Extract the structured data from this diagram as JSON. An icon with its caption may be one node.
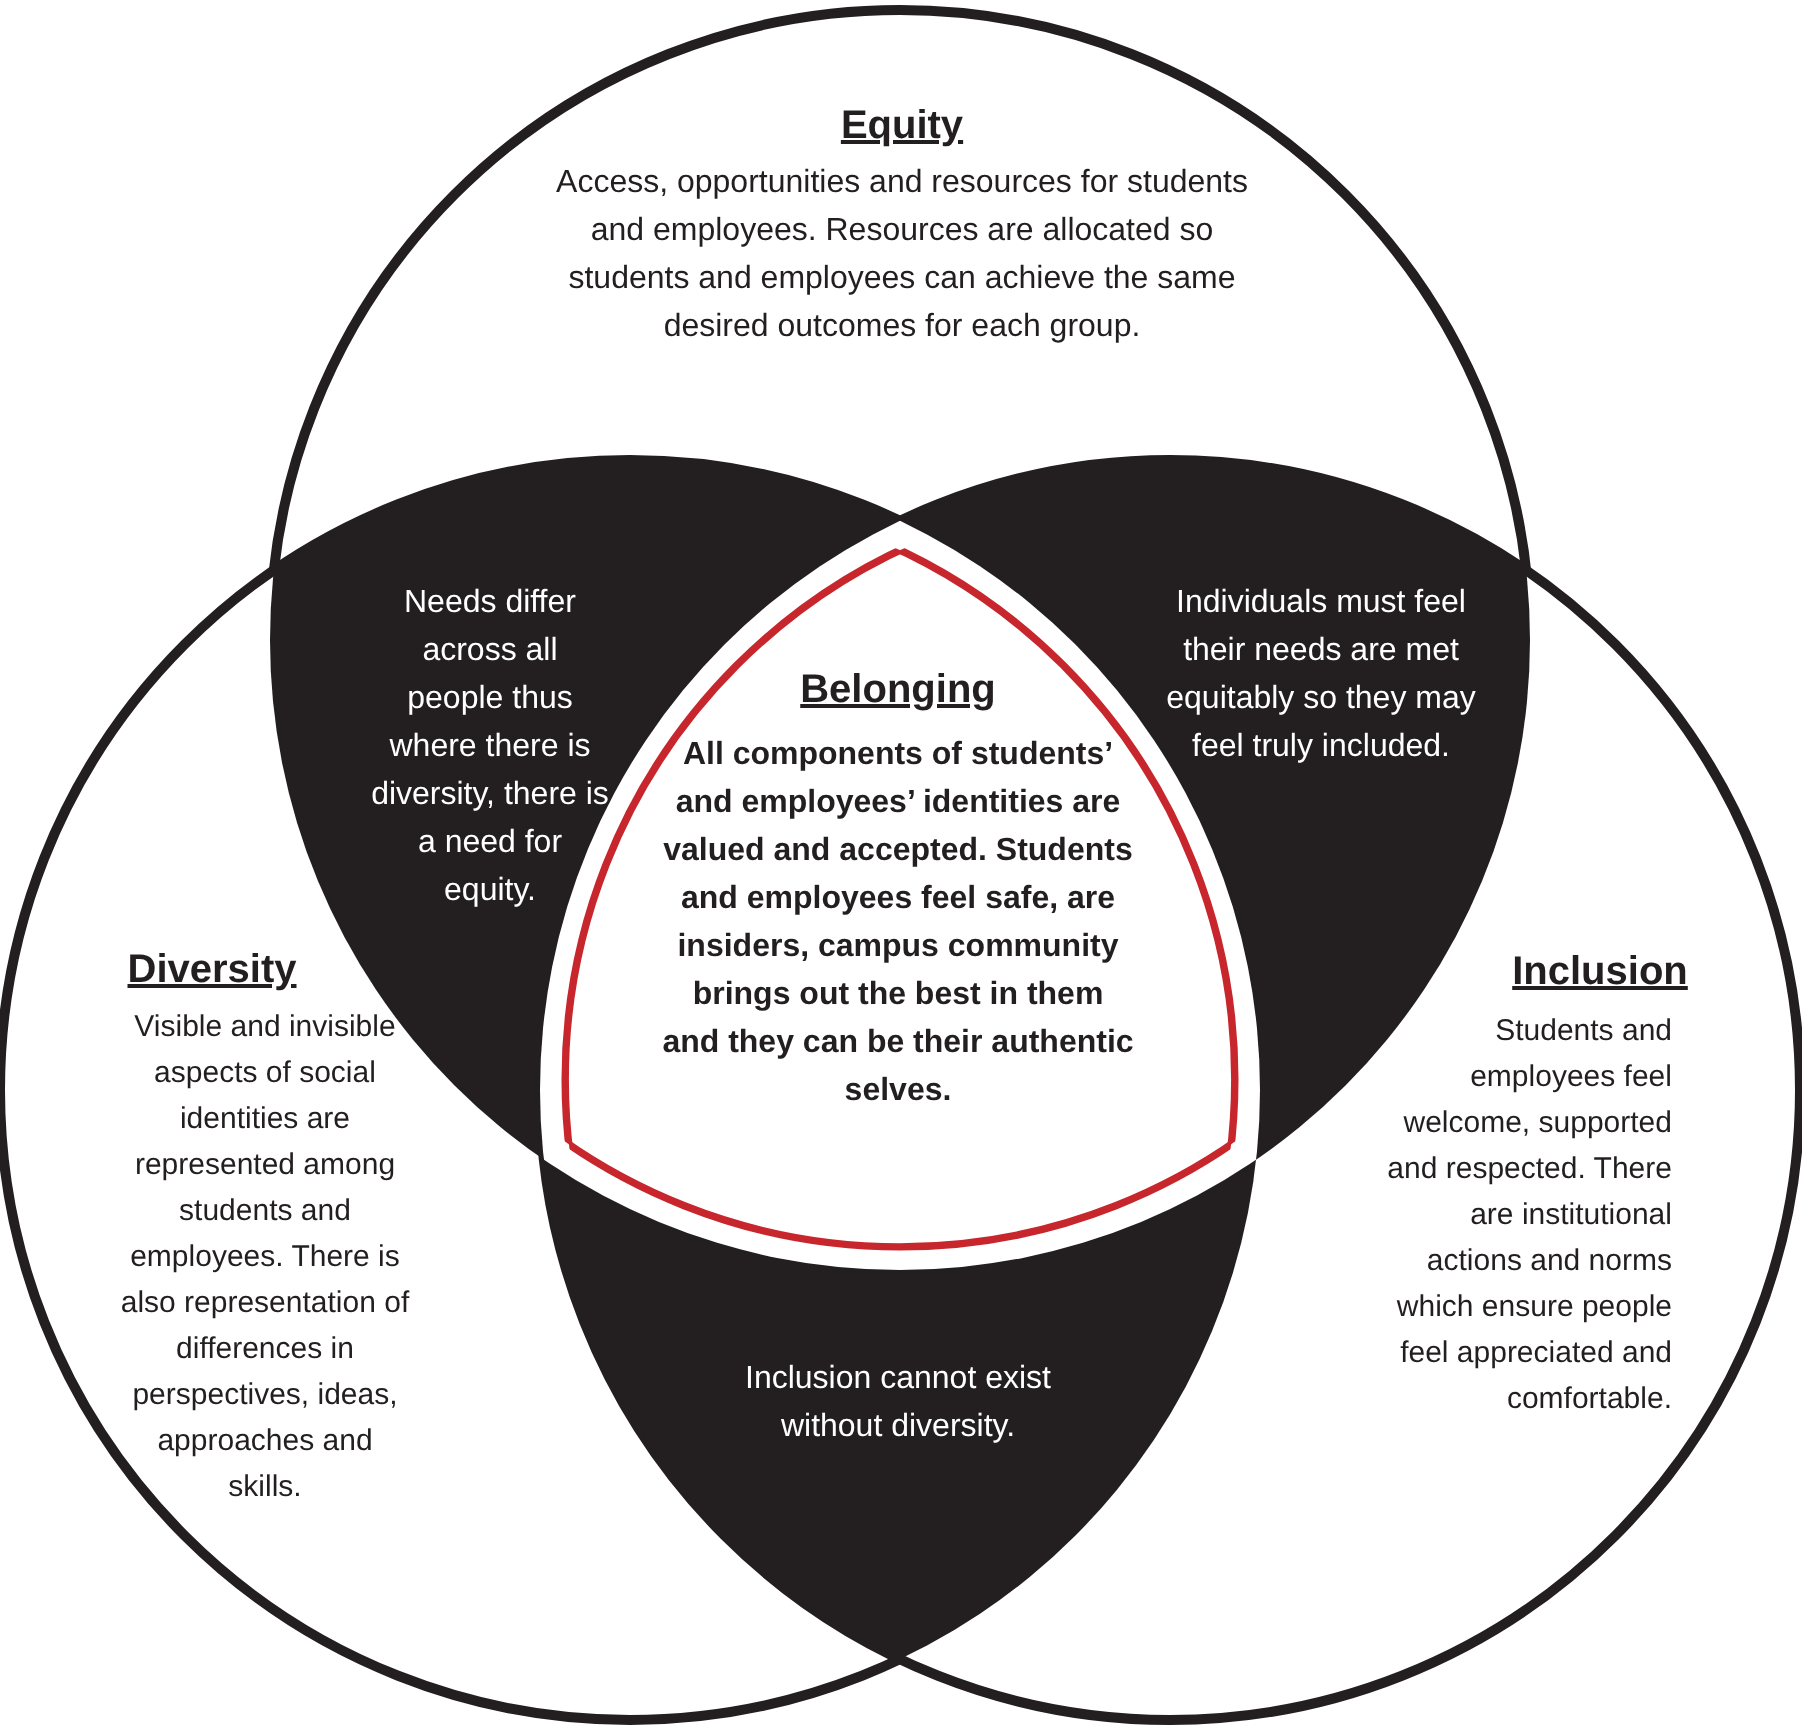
{
  "diagram": {
    "nodes": [
      {
        "text": [
          "Equity",
          "Access, opportunities and resources for students and employees. Resources are allocated so students and employees can achieve the same desired outcomes for each group."
        ]
      },
      {
        "text": [
          "Needs differ across all people thus where there is diversity, there is a need for equity."
        ]
      },
      {
        "text": [
          "Individuals must feel their needs are met equitably so they may feel truly included."
        ]
      },
      {
        "text": [
          "Belonging",
          "All components of students’ and employees’ identities are valued and accepted. Students and employees feel safe, are insiders, campus community brings out the best in them and they can be their authentic selves."
        ]
      },
      {
        "text": [
          "Diversity",
          "Visible and invisible aspects of social identities are represented among students and employees. There is also representation of differences in perspectives, ideas, approaches and skills."
        ]
      },
      {
        "text": [
          "Inclusion",
          "Students and employees feel welcome, supported and respected. There are institutional actions and norms which ensure people feel appreciated and comfortable."
        ]
      },
      {
        "text": [
          "Inclusion cannot exist without diversity."
        ]
      }
    ]
  }
}
